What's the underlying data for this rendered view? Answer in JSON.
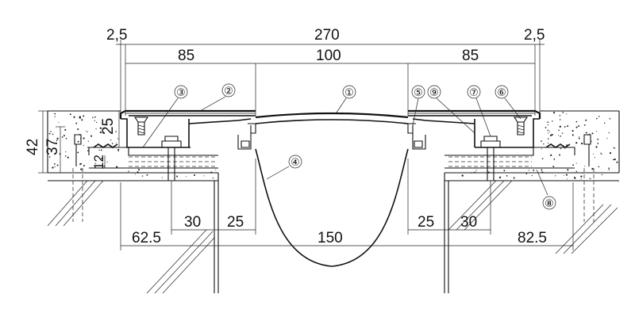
{
  "dimensions": {
    "top_left_gap": "2,5",
    "top_total": "270",
    "top_right_gap": "2,5",
    "left_plate": "85",
    "center_cover": "100",
    "right_plate": "85",
    "height_total": "42",
    "height_slab": "37",
    "height_profile": "25",
    "height_base": "12",
    "left_anchor_spacing": "30",
    "left_edge_offset": "25",
    "right_edge_offset": "25",
    "right_anchor_spacing": "30",
    "left_bottom": "62.5",
    "seal_width": "150",
    "right_bottom": "82.5"
  },
  "callouts": [
    {
      "label": "①"
    },
    {
      "label": "②"
    },
    {
      "label": "③"
    },
    {
      "label": "④"
    },
    {
      "label": "⑤"
    },
    {
      "label": "⑨"
    },
    {
      "label": "⑦"
    },
    {
      "label": "⑥"
    },
    {
      "label": "⑧"
    }
  ]
}
